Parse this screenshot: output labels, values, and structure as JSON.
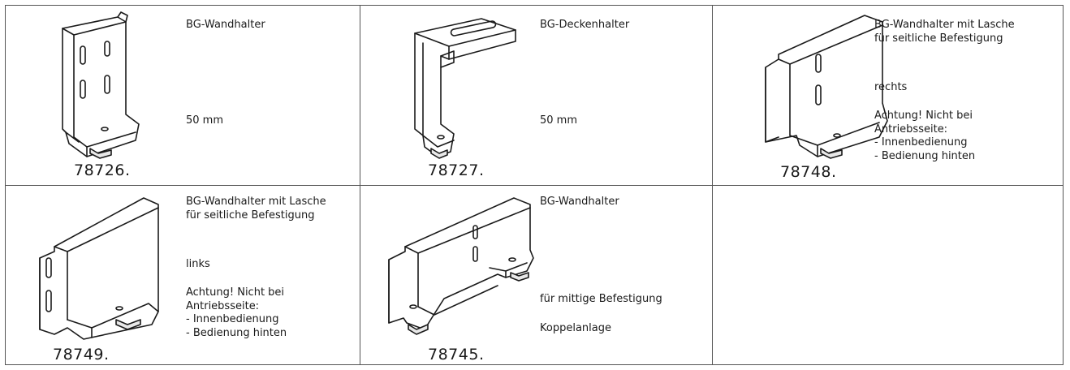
{
  "products": [
    {
      "number": "78726.",
      "lines": [
        "BG-Wandhalter",
        "50 mm"
      ],
      "image": "wall-bracket-icon"
    },
    {
      "number": "78727.",
      "lines": [
        "BG-Deckenhalter",
        "50 mm"
      ],
      "image": "ceiling-bracket-icon"
    },
    {
      "number": "78748.",
      "lines": [
        "BG-Wandhalter mit Lasche",
        "für seitliche Befestigung",
        "rechts",
        "Achtung! Nicht bei",
        "Antriebsseite:",
        "- Innenbedienung",
        "- Bedienung hinten"
      ],
      "image": "wall-bracket-tab-right-icon"
    },
    {
      "number": "78749.",
      "lines": [
        "BG-Wandhalter mit Lasche",
        "für seitliche Befestigung",
        "links",
        "Achtung! Nicht bei",
        "Antriebsseite:",
        "- Innenbedienung",
        "- Bedienung hinten"
      ],
      "image": "wall-bracket-tab-left-icon"
    },
    {
      "number": "78745.",
      "lines": [
        "BG-Wandhalter",
        "für mittige Befestigung",
        "Koppelanlage"
      ],
      "image": "wall-bracket-center-icon"
    }
  ]
}
